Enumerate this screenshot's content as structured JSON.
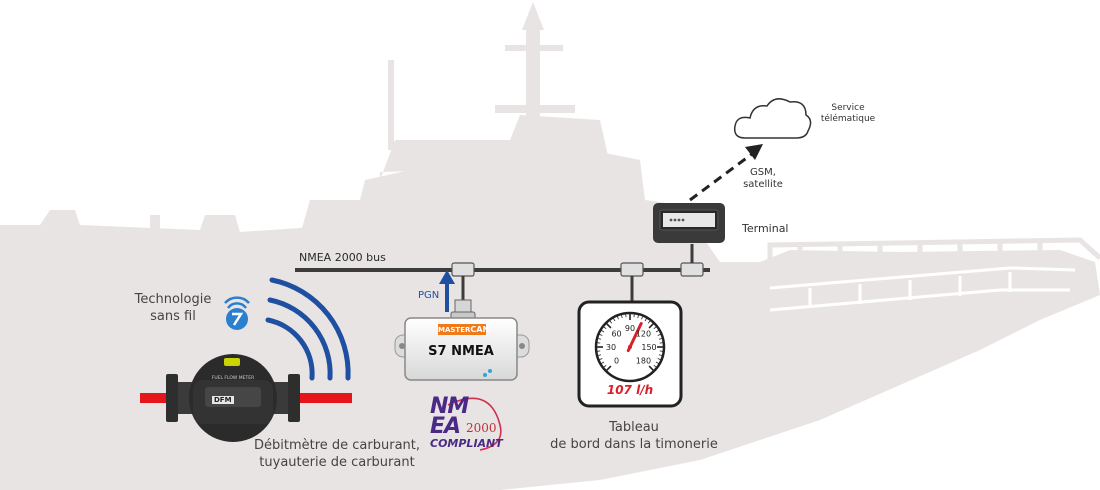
{
  "labels": {
    "service_line1": "Service",
    "service_line2": "télématique",
    "gsm_line1": "GSM,",
    "gsm_line2": "satellite",
    "terminal": "Terminal",
    "bus": "NMEA 2000 bus",
    "pgn": "PGN",
    "wireless_line1": "Technologie",
    "wireless_line2": "sans fil",
    "meter_line1": "Débitmètre de carburant,",
    "meter_line2": "tuyauterie de carburant",
    "dashboard_line1": "Tableau",
    "dashboard_line2": "de bord dans la timonerie"
  },
  "module": {
    "brand_part1": "MASTER",
    "brand_part2": "CAN",
    "model": "S7 NMEA"
  },
  "gauge": {
    "ticks": [
      "0",
      "30",
      "60",
      "90",
      "120",
      "150",
      "180"
    ],
    "reading": "107 l/h",
    "value": 107,
    "max": 180
  },
  "meter": {
    "face_text": "FUEL FLOW METER",
    "brand": "DFM"
  },
  "logo": {
    "line1": "NM",
    "line2": "EA",
    "year": "2000",
    "compliant": "COMPLIANT"
  },
  "colors": {
    "hull": "#e8e4e3",
    "bus": "#3c3c3c",
    "signal": "#1f4fa0",
    "fuel": "#e8141c",
    "needle": "#d8202a"
  }
}
